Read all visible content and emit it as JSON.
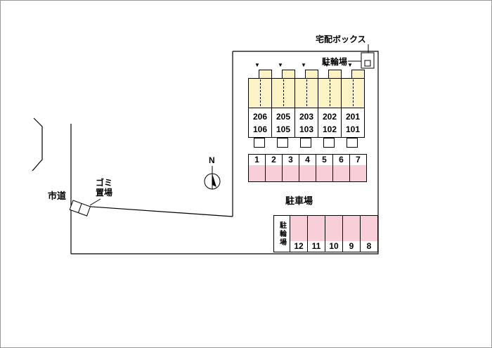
{
  "plan": {
    "delivery_box_label": "宅配ボックス",
    "bicycle_parking_top_label": "駐輪場",
    "bicycle_parking_side_label": "駐輪場",
    "parking_lot_label": "駐車場",
    "city_road_label": "市道",
    "garbage_area_label_line1": "ゴミ",
    "garbage_area_label_line2": "置場",
    "north_label": "N"
  },
  "building": {
    "units": [
      {
        "upper": "206",
        "lower": "106"
      },
      {
        "upper": "205",
        "lower": "105"
      },
      {
        "upper": "203",
        "lower": "103"
      },
      {
        "upper": "202",
        "lower": "102"
      },
      {
        "upper": "201",
        "lower": "101"
      }
    ]
  },
  "parking": {
    "row1": [
      "1",
      "2",
      "3",
      "4",
      "5",
      "6",
      "7"
    ],
    "row2": [
      "12",
      "11",
      "10",
      "9",
      "8"
    ]
  },
  "icons": {
    "unit_entrance_marker": "▼"
  },
  "colors": {
    "building_fill": "#FBF2C6",
    "parking_fill": "#F8CFD8",
    "line": "#000000"
  }
}
